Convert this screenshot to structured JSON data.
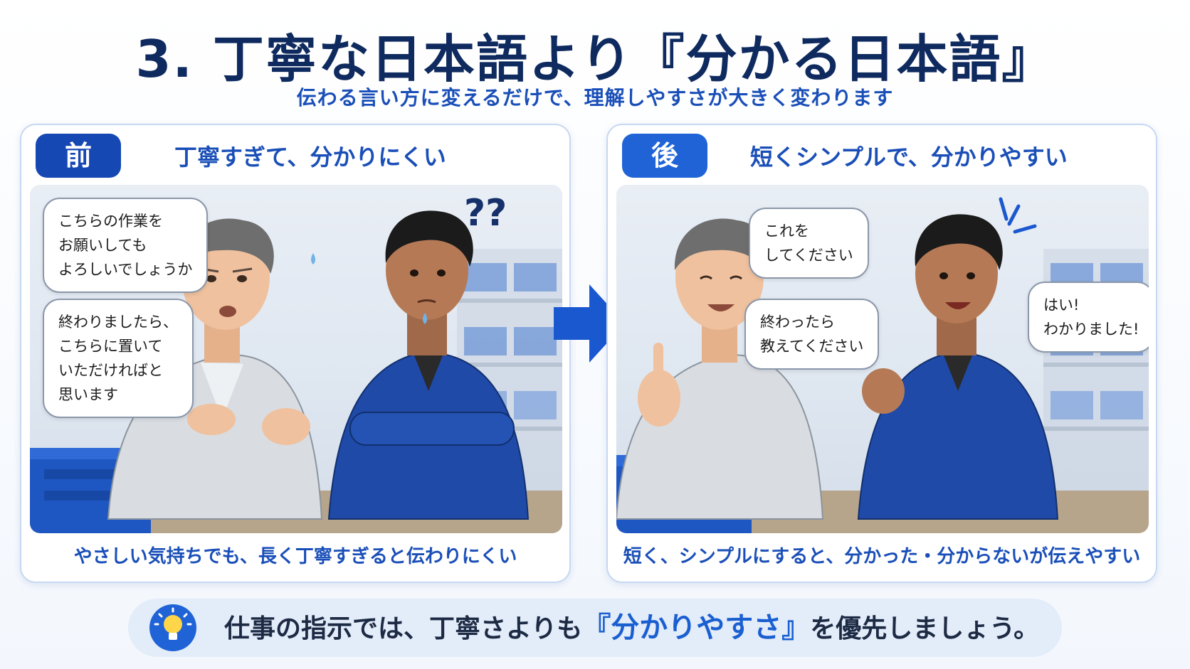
{
  "header": {
    "title": "3. 丁寧な日本語より『分かる日本語』",
    "subtitle": "伝わる言い方に変えるだけで、理解しやすさが大きく変わります"
  },
  "before": {
    "badge": "前",
    "heading": "丁寧すぎて、分かりにくい",
    "bubble1": [
      "こちらの作業を",
      "お願いしても",
      "よろしいでしょうか"
    ],
    "bubble2": [
      "終わりましたら、",
      "こちらに置いて",
      "いただければと",
      "思います"
    ],
    "confused": "??",
    "caption": "やさしい気持ちでも、長く丁寧すぎると伝わりにくい"
  },
  "after": {
    "badge": "後",
    "heading": "短くシンプルで、分かりやすい",
    "bubble1": [
      "これを",
      "してください"
    ],
    "bubble2": [
      "終わったら",
      "教えてください"
    ],
    "reply": [
      "はい!",
      "わかりました!"
    ],
    "caption": "短く、シンプルにすると、分かった・分からないが伝えやすい"
  },
  "tip": {
    "before": "仕事の指示では、丁寧さよりも",
    "highlight": "『分かりやすさ』",
    "after": "を優先しましょう。",
    "icon": "lightbulb-icon"
  },
  "colors": {
    "navy": "#0e2a5e",
    "accent": "#1a4fb8",
    "badge_before": "#1648b4",
    "badge_after": "#1f63d6",
    "uniform_blue": "#1f4aa8",
    "uniform_gray": "#d9dde2"
  }
}
